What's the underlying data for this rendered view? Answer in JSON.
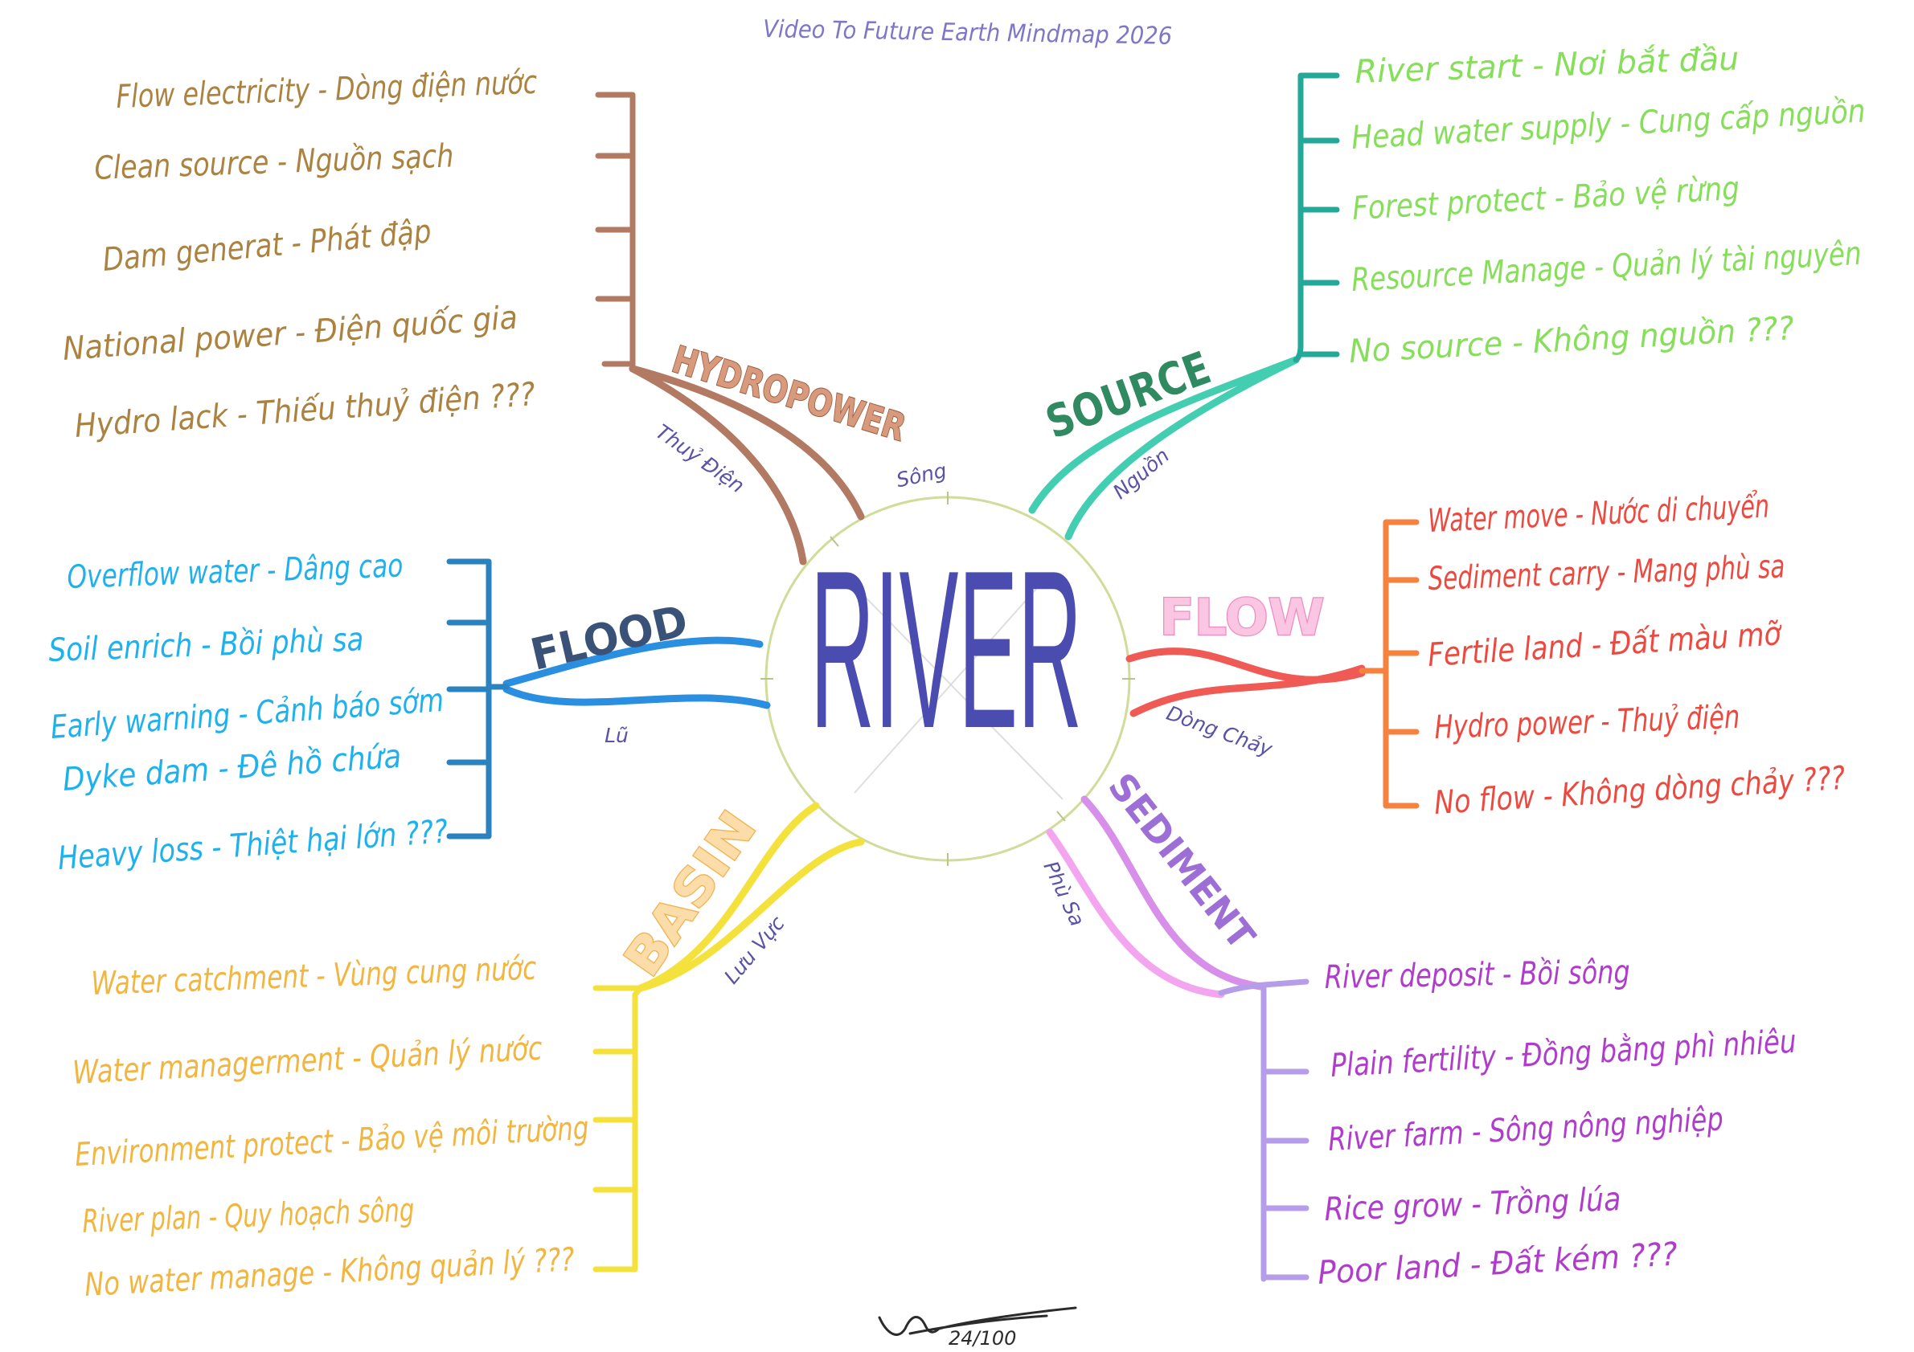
{
  "title": "Video To Future Earth Mindmap 2026",
  "title_color": "#7d76c9",
  "sublabel_color": "#5852a8",
  "center": {
    "label": "RIVER",
    "sublabel": "Sông",
    "color": "#4a4cb0",
    "ring_color": "#cfdc9a"
  },
  "branches": {
    "hydropower": {
      "label": "HYDROPOWER",
      "sublabel": "Thuỷ Điện",
      "label_color": "#d89a7c",
      "line_color": "#b27a62",
      "item_color": "#ab823f",
      "items": [
        "Flow electricity - Dòng điện nước",
        "Clean source - Nguồn sạch",
        "Dam generat - Phát đập",
        "National power - Điện quốc gia",
        "Hydro lack - Thiếu thuỷ điện ???"
      ]
    },
    "source": {
      "label": "SOURCE",
      "sublabel": "Nguồn",
      "label_color": "#2f8a62",
      "line_color": "#23a89a",
      "connector_color": "#43cdb1",
      "item_color": "#86de5a",
      "items": [
        "River start - Nơi bắt đầu",
        "Head water supply - Cung cấp nguồn",
        "Forest protect - Bảo vệ rừng",
        "Resource Manage - Quản lý tài nguyên",
        "No source - Không nguồn ???"
      ]
    },
    "flood": {
      "label": "FLOOD",
      "sublabel": "Lũ",
      "label_color": "#3b5278",
      "line_color": "#2a82bf",
      "connector_color": "#2a8fe0",
      "item_color": "#1fb1ee",
      "items": [
        "Overflow water - Dâng cao",
        "Soil enrich - Bồi phù sa",
        "Early warning - Cảnh báo sớm",
        "Dyke dam - Đê hồ chứa",
        "Heavy loss - Thiệt hại lớn ???"
      ]
    },
    "flow": {
      "label": "FLOW",
      "sublabel": "Dòng Chảy",
      "label_color": "#fbc6e2",
      "line_color": "#f5823e",
      "connector_color": "#f05a55",
      "item_color": "#ec4a40",
      "items": [
        "Water move - Nước di chuyển",
        "Sediment carry - Mang phù sa",
        "Fertile land - Đất màu mỡ",
        "Hydro power - Thuỷ điện",
        "No flow - Không dòng chảy ???"
      ]
    },
    "basin": {
      "label": "BASIN",
      "sublabel": "Lưu Vực",
      "label_color": "#fcdca8",
      "line_color": "#f5e13c",
      "item_color": "#f2b640",
      "items": [
        "Water catchment - Vùng cung nước",
        "Water managerment - Quản lý nước",
        "Environment protect - Bảo vệ môi trường",
        "River plan - Quy hoạch sông",
        "No water manage - Không quản lý ???"
      ]
    },
    "sediment": {
      "label": "SEDIMENT",
      "sublabel": "Phù Sa",
      "label_color": "#9c6ed6",
      "line_color": "#b69de9",
      "connector_color": "#f3a6ef",
      "item_color": "#b03ccb",
      "items": [
        "River deposit - Bồi sông",
        "Plain fertility - Đồng bằng phì nhiêu",
        "River farm - Sông nông nghiệp",
        "Rice grow - Trồng lúa",
        "Poor land - Đất kém ???"
      ]
    }
  },
  "signature": {
    "score": "24/100"
  }
}
